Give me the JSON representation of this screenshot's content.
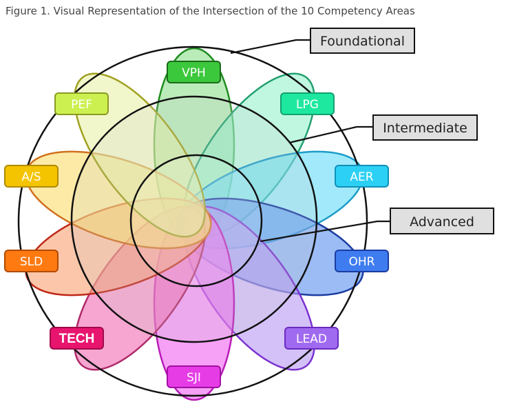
{
  "caption": "Figure 1. Visual Representation of the Intersection of the 10 Competency Areas",
  "levels": {
    "foundational": "Foundational",
    "intermediate": "Intermediate",
    "advanced": "Advanced"
  },
  "competencies": {
    "vph": {
      "label": "VPH",
      "color": "#3cc83c"
    },
    "lpg": {
      "label": "LPG",
      "color": "#1ee8a0"
    },
    "aer": {
      "label": "AER",
      "color": "#2dd0f5"
    },
    "ohr": {
      "label": "OHR",
      "color": "#3f7cf0"
    },
    "lead": {
      "label": "LEAD",
      "color": "#a06af0"
    },
    "sji": {
      "label": "SJI",
      "color": "#e63ce6"
    },
    "tech": {
      "label": "TECH",
      "color": "#e8156f"
    },
    "sld": {
      "label": "SLD",
      "color": "#ff7a10"
    },
    "as": {
      "label": "A/S",
      "color": "#f5c400"
    },
    "pef": {
      "label": "PEF",
      "color": "#ccf050"
    }
  }
}
